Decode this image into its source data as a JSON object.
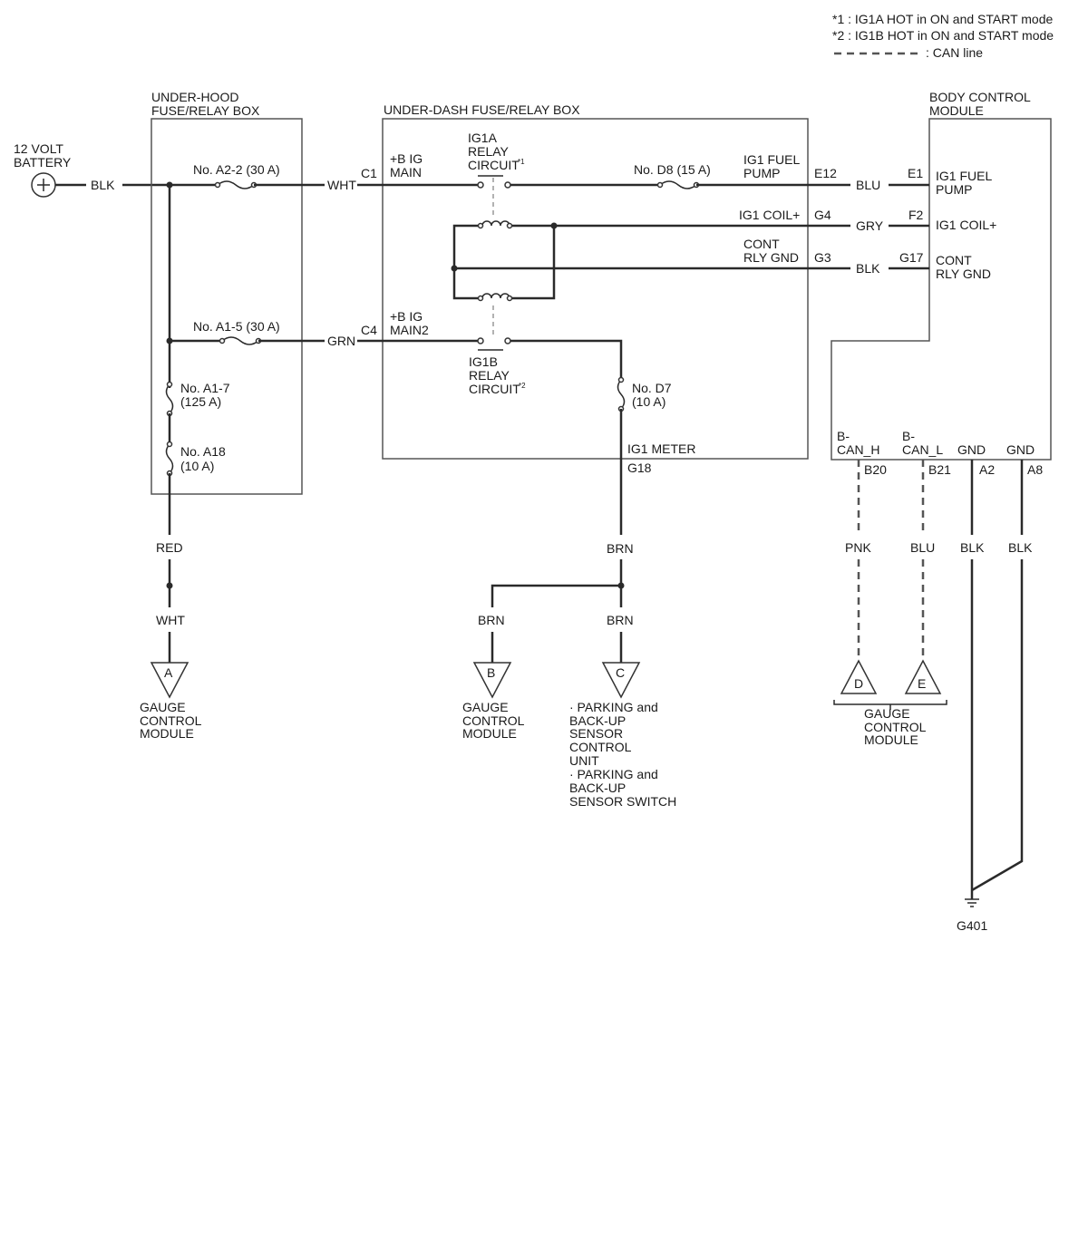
{
  "legend": {
    "note1": "*1 : IG1A HOT in ON and START mode",
    "note2": "*2 : IG1B HOT in ON and START mode",
    "can_line": ": CAN line"
  },
  "battery": {
    "line1": "12 VOLT",
    "line2": "BATTERY",
    "wire": "BLK"
  },
  "under_hood": {
    "title1": "UNDER-HOOD",
    "title2": "FUSE/RELAY BOX",
    "fuse_a22": "No. A2-2 (30 A)",
    "fuse_a15": "No. A1-5 (30 A)",
    "fuse_a17_1": "No. A1-7",
    "fuse_a17_2": "(125 A)",
    "fuse_a18_1": "No. A18",
    "fuse_a18_2": "(10 A)",
    "wire_red": "RED",
    "wire_wht": "WHT"
  },
  "under_dash": {
    "title": "UNDER-DASH FUSE/RELAY BOX",
    "wire_c1": "WHT",
    "pin_c1": "C1",
    "bigmain_1": "+B IG",
    "bigmain_2": "MAIN",
    "wire_c4": "GRN",
    "pin_c4": "C4",
    "bigmain2_1": "+B IG",
    "bigmain2_2": "MAIN2",
    "ig1a_1": "IG1A",
    "ig1a_2": "RELAY",
    "ig1a_3": "CIRCUIT",
    "ig1a_sup": "*1",
    "ig1b_1": "IG1B",
    "ig1b_2": "RELAY",
    "ig1b_3": "CIRCUIT",
    "ig1b_sup": "*2",
    "fuse_d8": "No. D8 (15 A)",
    "ig1_fuel_1": "IG1 FUEL",
    "ig1_fuel_2": "PUMP",
    "pin_e12": "E12",
    "ig1_coil": "IG1 COIL+",
    "pin_g4": "G4",
    "cont_1": "CONT",
    "cont_2": "RLY GND",
    "pin_g3": "G3",
    "fuse_d7_1": "No. D7",
    "fuse_d7_2": "(10 A)",
    "ig1_meter": "IG1 METER",
    "pin_g18": "G18",
    "wire_brn1": "BRN",
    "wire_brn2": "BRN",
    "wire_brn3": "BRN"
  },
  "bcm": {
    "title1": "BODY CONTROL",
    "title2": "MODULE",
    "wire_blu": "BLU",
    "pin_e1": "E1",
    "fuel_1": "IG1 FUEL",
    "fuel_2": "PUMP",
    "wire_gry": "GRY",
    "pin_f2": "F2",
    "coil": "IG1 COIL+",
    "wire_blk": "BLK",
    "pin_g17": "G17",
    "cont_1": "CONT",
    "cont_2": "RLY GND",
    "bcan_h_1": "B-",
    "bcan_h_2": "CAN_H",
    "bcan_l_1": "B-",
    "bcan_l_2": "CAN_L",
    "gnd1": "GND",
    "gnd2": "GND",
    "pin_b20": "B20",
    "pin_b21": "B21",
    "pin_a2": "A2",
    "pin_a8": "A8",
    "wire_pnk": "PNK",
    "wire_blu2": "BLU",
    "wire_blk_a2": "BLK",
    "wire_blk_a8": "BLK",
    "ground": "G401"
  },
  "connectors": {
    "a": "A",
    "b": "B",
    "c": "C",
    "d": "D",
    "e": "E"
  },
  "destinations": {
    "gcm_a": [
      "GAUGE",
      "CONTROL",
      "MODULE"
    ],
    "gcm_b": [
      "GAUGE",
      "CONTROL",
      "MODULE"
    ],
    "parking": [
      "· PARKING and",
      "BACK-UP",
      "SENSOR",
      "CONTROL",
      "UNIT",
      "· PARKING and",
      "BACK-UP",
      "SENSOR SWITCH"
    ],
    "gcm_de": [
      "GAUGE",
      "CONTROL",
      "MODULE"
    ]
  }
}
